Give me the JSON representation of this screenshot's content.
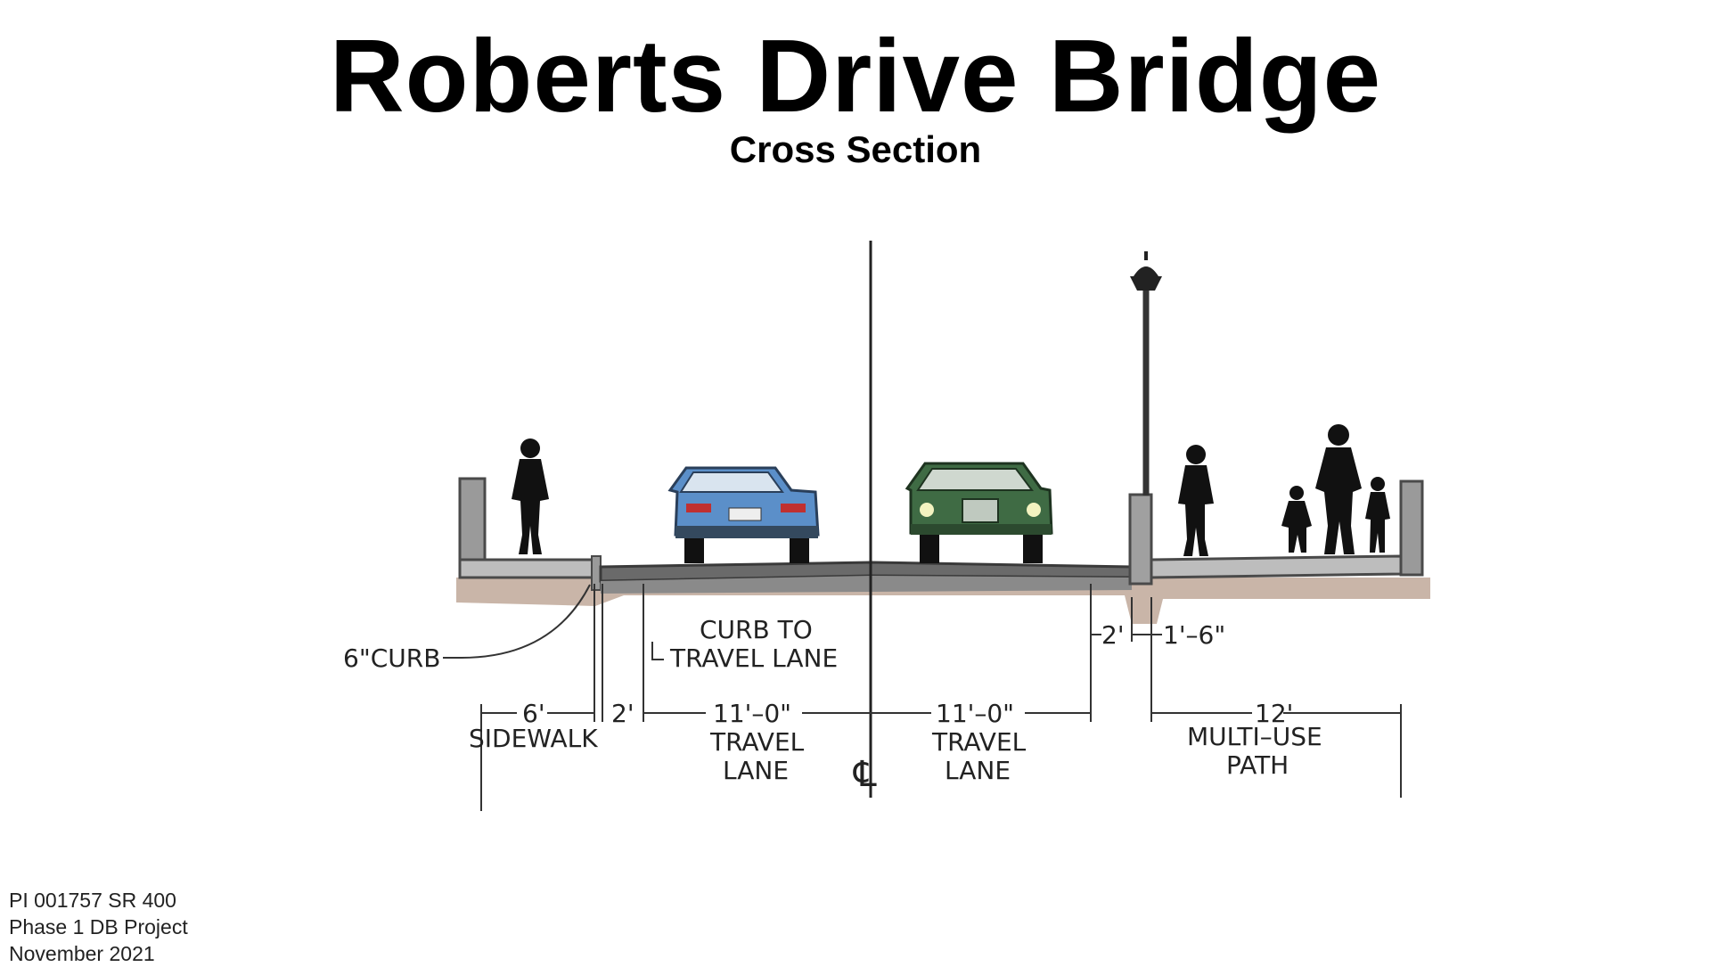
{
  "title": "Roberts Drive Bridge",
  "subtitle": "Cross Section",
  "labels": {
    "curb": "6\"CURB",
    "curb_to_travel_1": "CURB TO",
    "curb_to_travel_2": "TRAVEL LANE",
    "dim_2ft_right": "2'",
    "dim_1ft6": "1'–6\"",
    "dim_6ft": "6'",
    "dim_2ft_left": "2'",
    "dim_11ft_left": "11'–0\"",
    "dim_11ft_right": "11'–0\"",
    "dim_12ft": "12'",
    "sidewalk": "SIDEWALK",
    "travel_lane_left_1": "TRAVEL",
    "travel_lane_left_2": "LANE",
    "travel_lane_right_1": "TRAVEL",
    "travel_lane_right_2": "LANE",
    "multi_use_1": "MULTI–USE",
    "multi_use_2": "PATH",
    "centerline": "℄"
  },
  "footer": {
    "line1": "PI 001757 SR 400",
    "line2": "Phase 1 DB Project",
    "line3": "November 2021"
  },
  "colors": {
    "ground": "#c9b5a8",
    "deck": "#5a5a5a",
    "deck_light": "#9a9a9a",
    "car_blue": "#5b8fc9",
    "car_green": "#3f6b44"
  }
}
